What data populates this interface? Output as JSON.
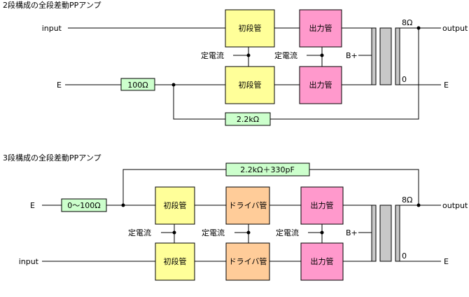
{
  "diagrams": [
    {
      "title": "2段構成の全段差動PPアンプ",
      "input_label": "input",
      "output_label": "output",
      "ground_left": "E",
      "ground_right": "E",
      "first_stage": "初段管",
      "output_stage": "出力管",
      "ccs": "定電流",
      "bplus": "B+",
      "ohm8": "8Ω",
      "ohm0": "0",
      "r_ground": "100Ω",
      "r_feedback": "2.2kΩ"
    },
    {
      "title": "3段構成の全段差動PPアンプ",
      "input_label": "input",
      "output_label": "output",
      "ground_left": "E",
      "ground_right": "E",
      "first_stage": "初段管",
      "driver_stage": "ドライバ管",
      "output_stage": "出力管",
      "ccs": "定電流",
      "bplus": "B+",
      "ohm8": "8Ω",
      "ohm0": "0",
      "r_ground": "0〜100Ω",
      "r_feedback": "2.2kΩ＋330pF"
    }
  ]
}
